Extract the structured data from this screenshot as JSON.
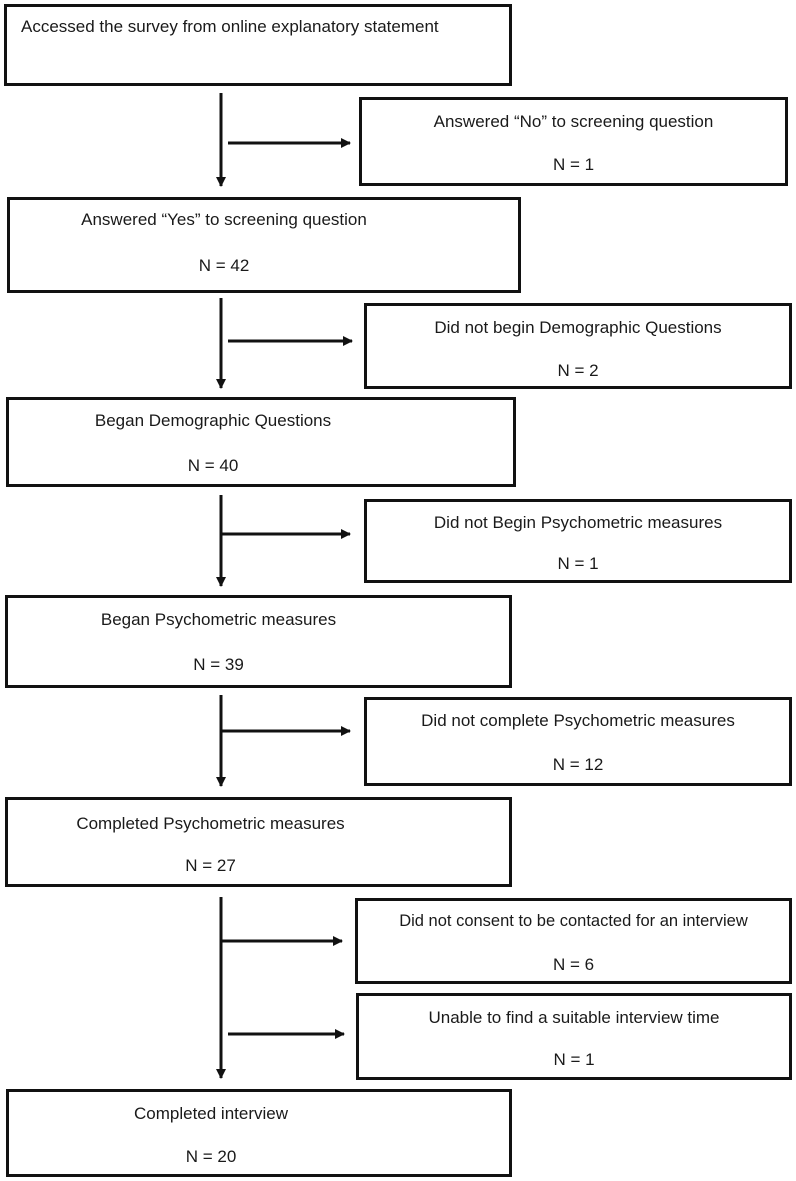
{
  "flowchart": {
    "main_steps": [
      {
        "label": "Accessed the survey from online explanatory statement",
        "n": ""
      },
      {
        "label": "Answered “Yes” to screening question",
        "n": "N = 42"
      },
      {
        "label": "Began Demographic Questions",
        "n": "N = 40"
      },
      {
        "label": "Began Psychometric measures",
        "n": "N = 39"
      },
      {
        "label": "Completed Psychometric measures",
        "n": "N = 27"
      },
      {
        "label": "Completed interview",
        "n": "N = 20"
      }
    ],
    "exclusions": [
      {
        "label": "Answered “No” to screening question",
        "n": "N = 1"
      },
      {
        "label": "Did not begin Demographic Questions",
        "n": "N = 2"
      },
      {
        "label": "Did not Begin Psychometric measures",
        "n": "N = 1"
      },
      {
        "label": "Did not complete Psychometric measures",
        "n": "N = 12"
      },
      {
        "label": "Did not consent to be contacted for an interview",
        "n": "N = 6"
      },
      {
        "label": "Unable to find a suitable interview time",
        "n": "N = 1"
      }
    ]
  }
}
